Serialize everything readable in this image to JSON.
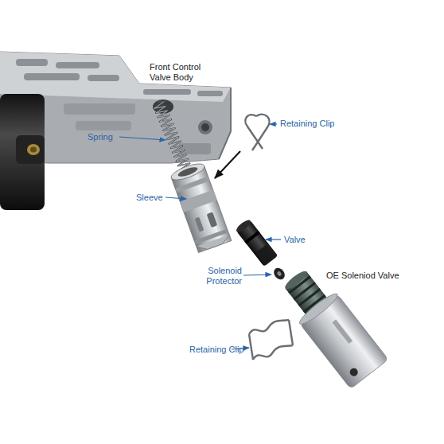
{
  "diagram": {
    "labels": [
      "Front Control Valve Body",
      "Retaining Clip",
      "Spring",
      "Sleeve",
      "Valve",
      "Solenoid Protector",
      "OE Soleniod Valve",
      "Retaining Clip"
    ]
  }
}
